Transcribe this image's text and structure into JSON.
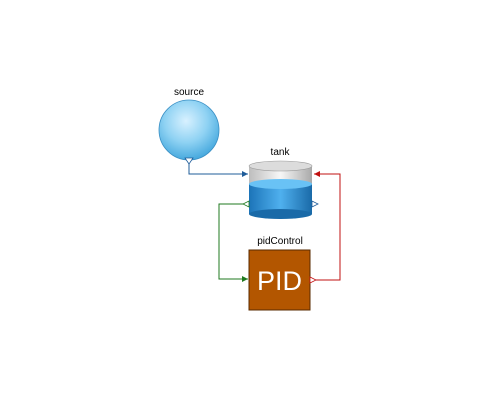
{
  "diagram": {
    "components": {
      "source": {
        "label": "source"
      },
      "tank": {
        "label": "tank"
      },
      "pid": {
        "label": "pidControl",
        "text": "PID"
      }
    },
    "connections": [
      {
        "from": "source",
        "to": "tank",
        "color": "#1f5c99"
      },
      {
        "from": "tank",
        "to": "pidControl",
        "color": "#1f7a1f"
      },
      {
        "from": "pidControl",
        "to": "tank",
        "color": "#c01010"
      }
    ],
    "colors": {
      "source_fill": "#7fc9ef",
      "tank_water": "#3a9ee0",
      "pid_fill": "#b35600"
    }
  }
}
